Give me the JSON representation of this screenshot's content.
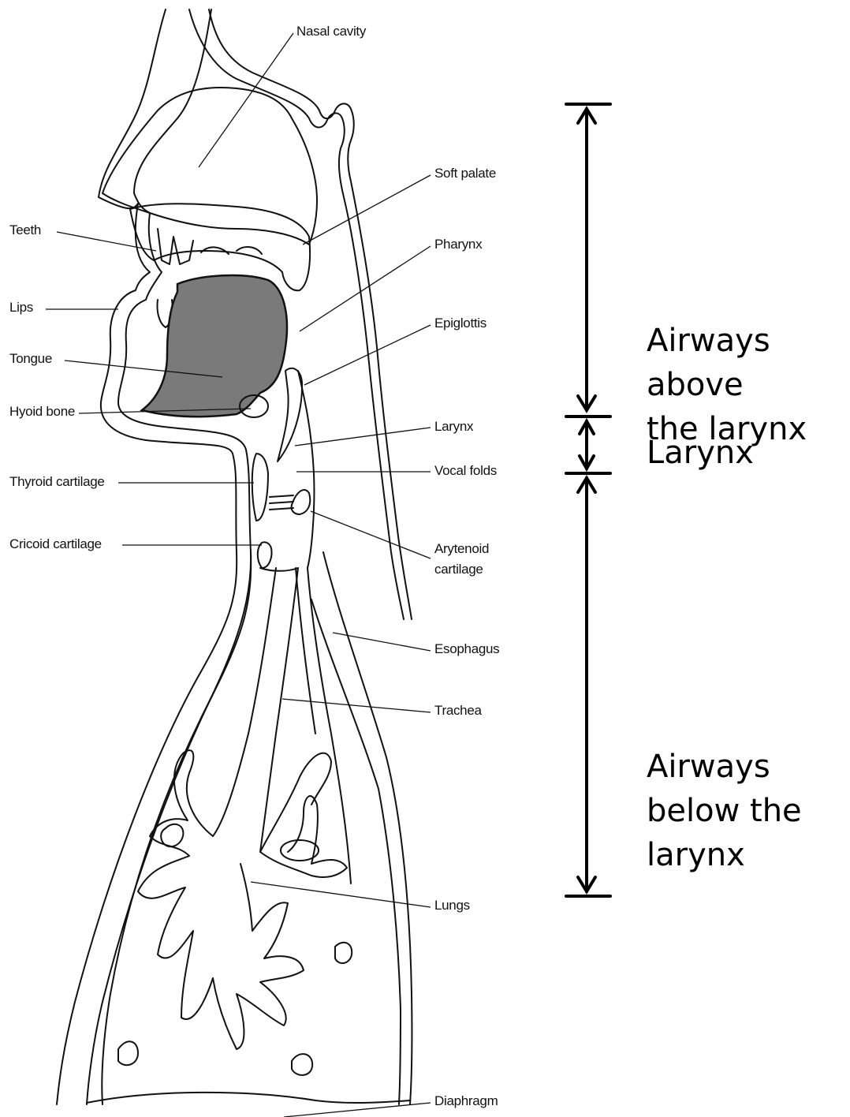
{
  "labels": {
    "nasal_cavity": "Nasal cavity",
    "soft_palate": "Soft palate",
    "teeth": "Teeth",
    "pharynx": "Pharynx",
    "lips": "Lips",
    "epiglottis": "Epiglottis",
    "tongue": "Tongue",
    "hyoid_bone": "Hyoid bone",
    "larynx": "Larynx",
    "vocal_folds": "Vocal folds",
    "thyroid_cartilage": "Thyroid cartilage",
    "cricoid_cartilage": "Cricoid cartilage",
    "arytenoid_cartilage_line1": "Arytenoid",
    "arytenoid_cartilage_line2": "cartilage",
    "esophagus": "Esophagus",
    "trachea": "Trachea",
    "lungs": "Lungs",
    "diaphragm": "Diaphragm"
  },
  "regions": {
    "above_line1": "Airways above",
    "above_line2": "the larynx",
    "larynx": "Larynx",
    "below_line1": "Airways",
    "below_line2": "below the",
    "below_line3": "larynx"
  },
  "colors": {
    "tongue_fill": "#7a7a7a",
    "line": "#111111"
  }
}
